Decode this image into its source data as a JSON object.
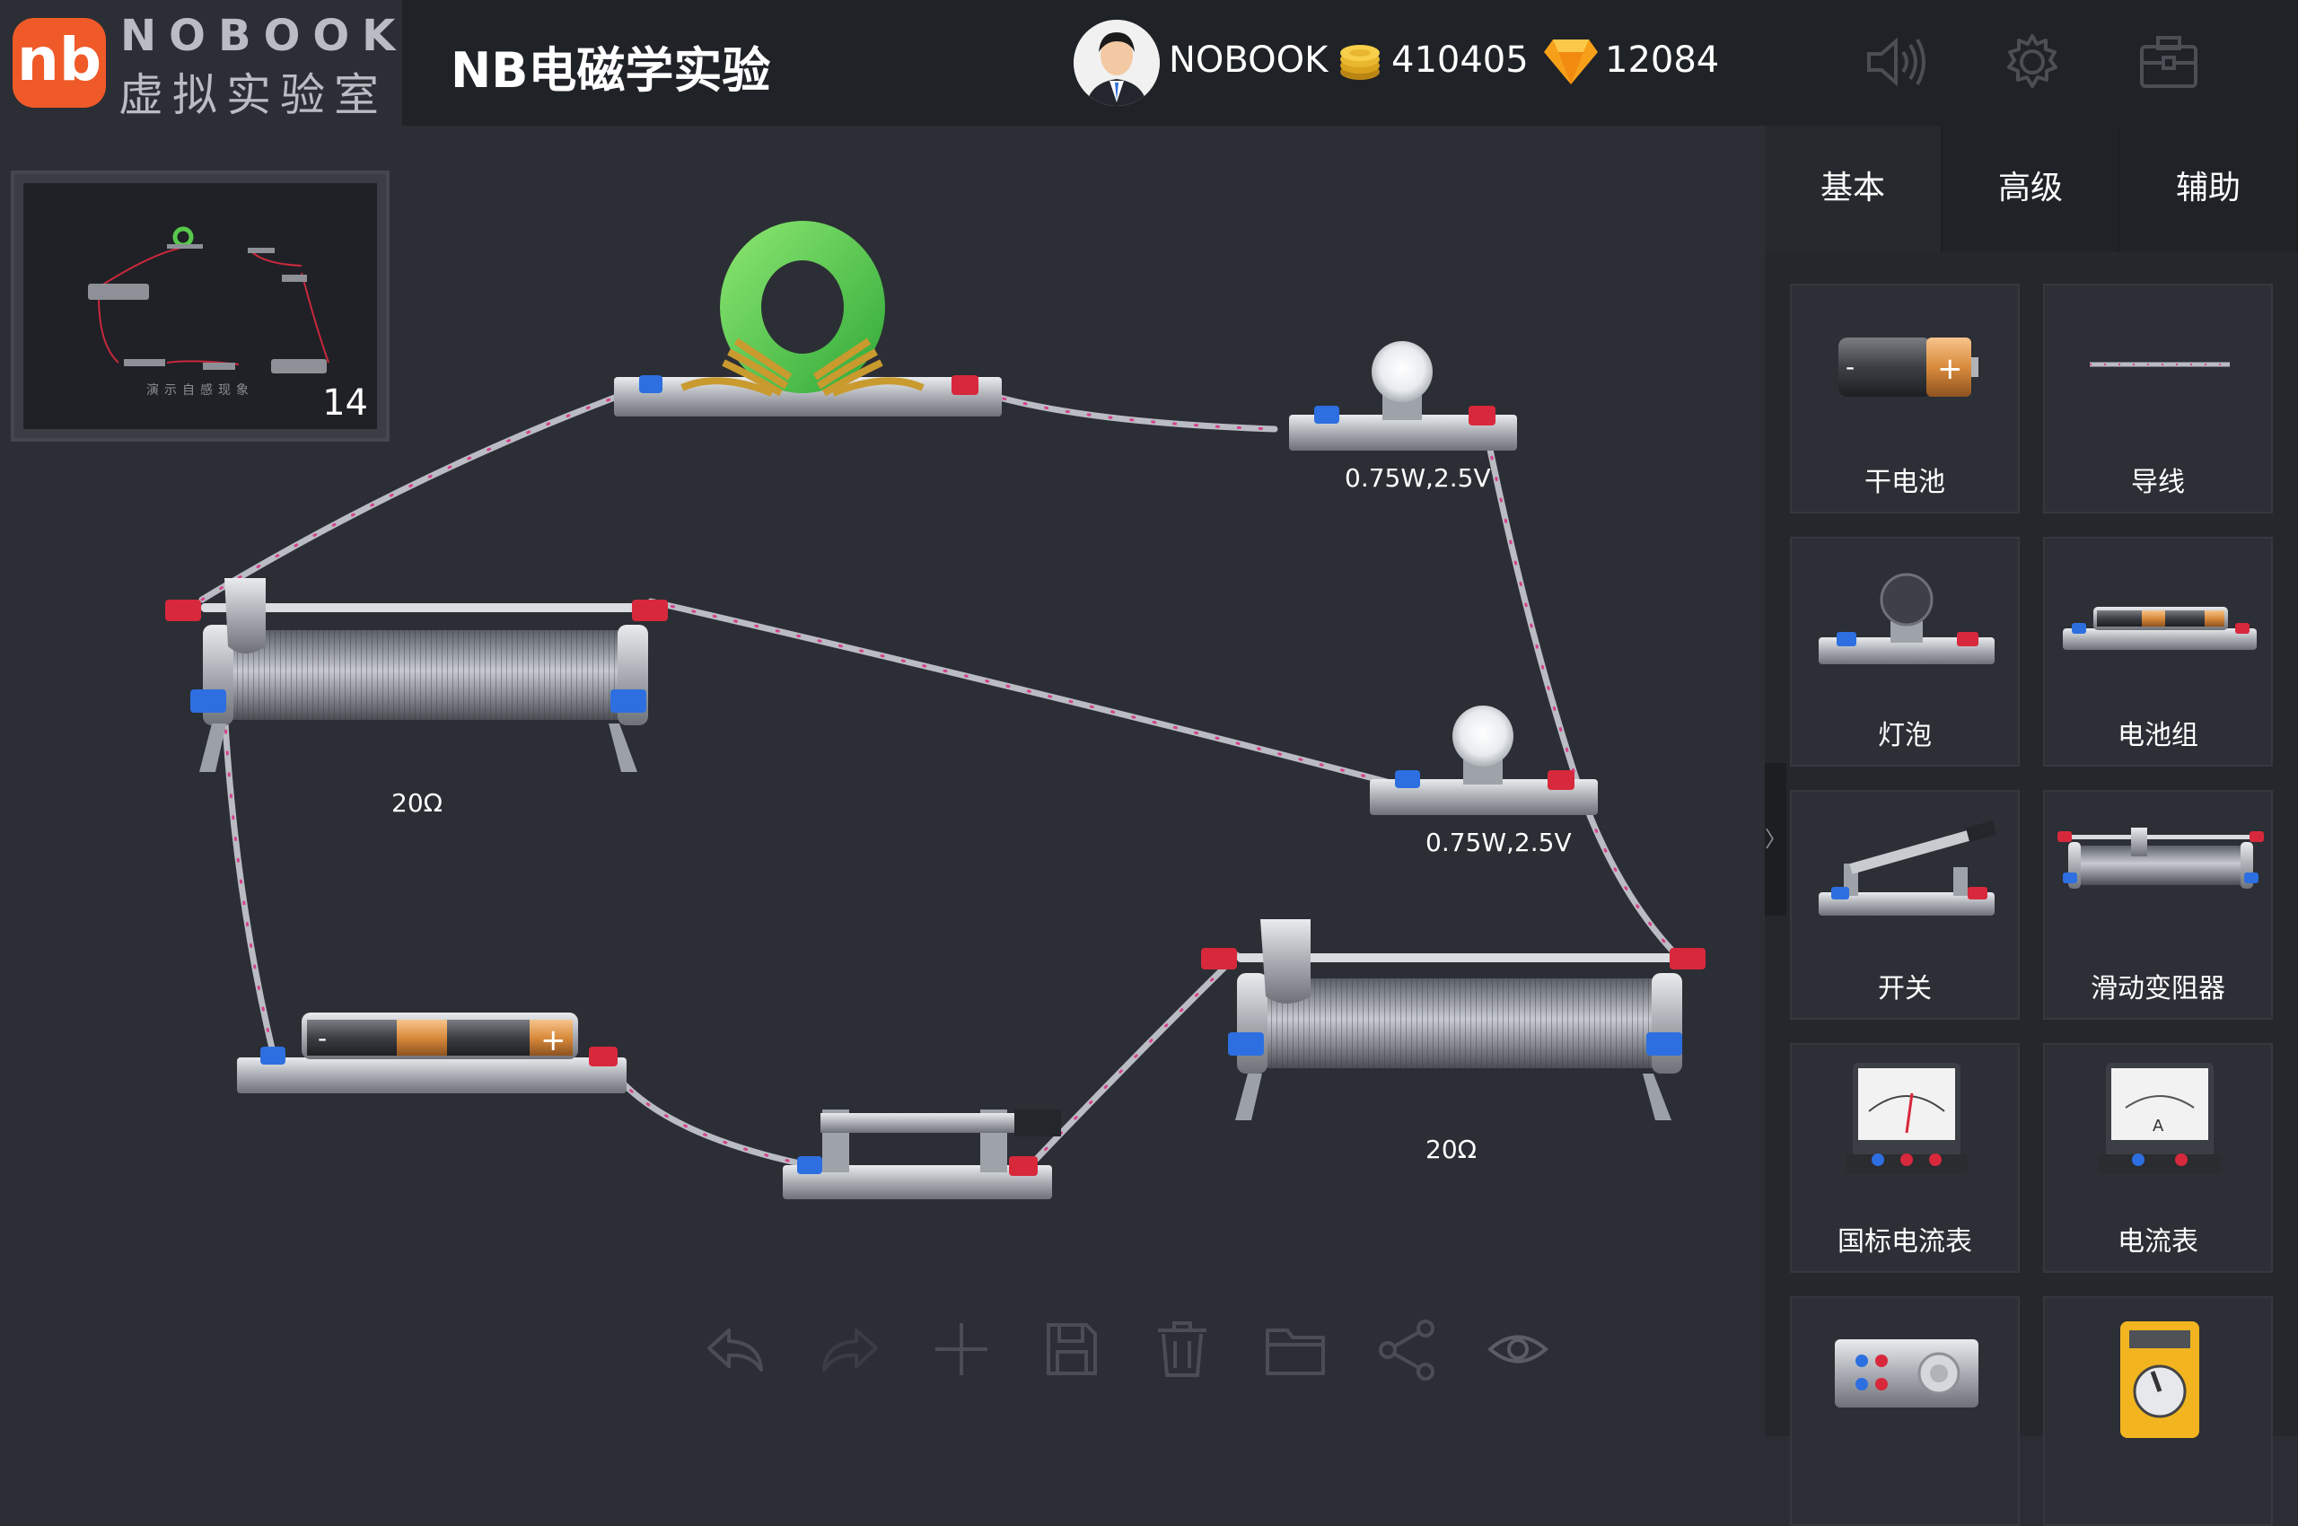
{
  "brand": {
    "logo_mark": "nb",
    "name": "NOBOOK",
    "subtitle": "虚拟实验室",
    "accent": "#ef5a28"
  },
  "header": {
    "title": "NB电磁学实验",
    "user": {
      "name": "NOBOOK",
      "avatar_icon": "avatar-icon"
    },
    "coins": "410405",
    "gems": "12084",
    "buttons": [
      "sound-icon",
      "settings-icon",
      "toolbox-icon"
    ]
  },
  "thumbnail": {
    "count": "14",
    "caption": "演示自感现象"
  },
  "components": {
    "bulb_top_label": "0.75W,2.5V",
    "bulb_mid_label": "0.75W,2.5V",
    "rheostat_left_label": "20Ω",
    "rheostat_right_label": "20Ω"
  },
  "toolbar": [
    "undo-icon",
    "redo-icon",
    "add-icon",
    "save-icon",
    "delete-icon",
    "folder-icon",
    "share-icon",
    "view-icon"
  ],
  "sidebar": {
    "tabs": [
      {
        "label": "基本",
        "active": true
      },
      {
        "label": "高级",
        "active": false
      },
      {
        "label": "辅助",
        "active": false
      }
    ],
    "items": [
      {
        "label": "干电池",
        "icon": "dry-battery-icon"
      },
      {
        "label": "导线",
        "icon": "wire-icon"
      },
      {
        "label": "灯泡",
        "icon": "bulb-icon"
      },
      {
        "label": "电池组",
        "icon": "battery-pack-icon"
      },
      {
        "label": "开关",
        "icon": "switch-icon"
      },
      {
        "label": "滑动变阻器",
        "icon": "rheostat-icon"
      },
      {
        "label": "国标电流表",
        "icon": "gb-ammeter-icon"
      },
      {
        "label": "电流表",
        "icon": "ammeter-icon"
      },
      {
        "label": "",
        "icon": "power-supply-icon"
      },
      {
        "label": "",
        "icon": "multimeter-icon"
      }
    ]
  }
}
